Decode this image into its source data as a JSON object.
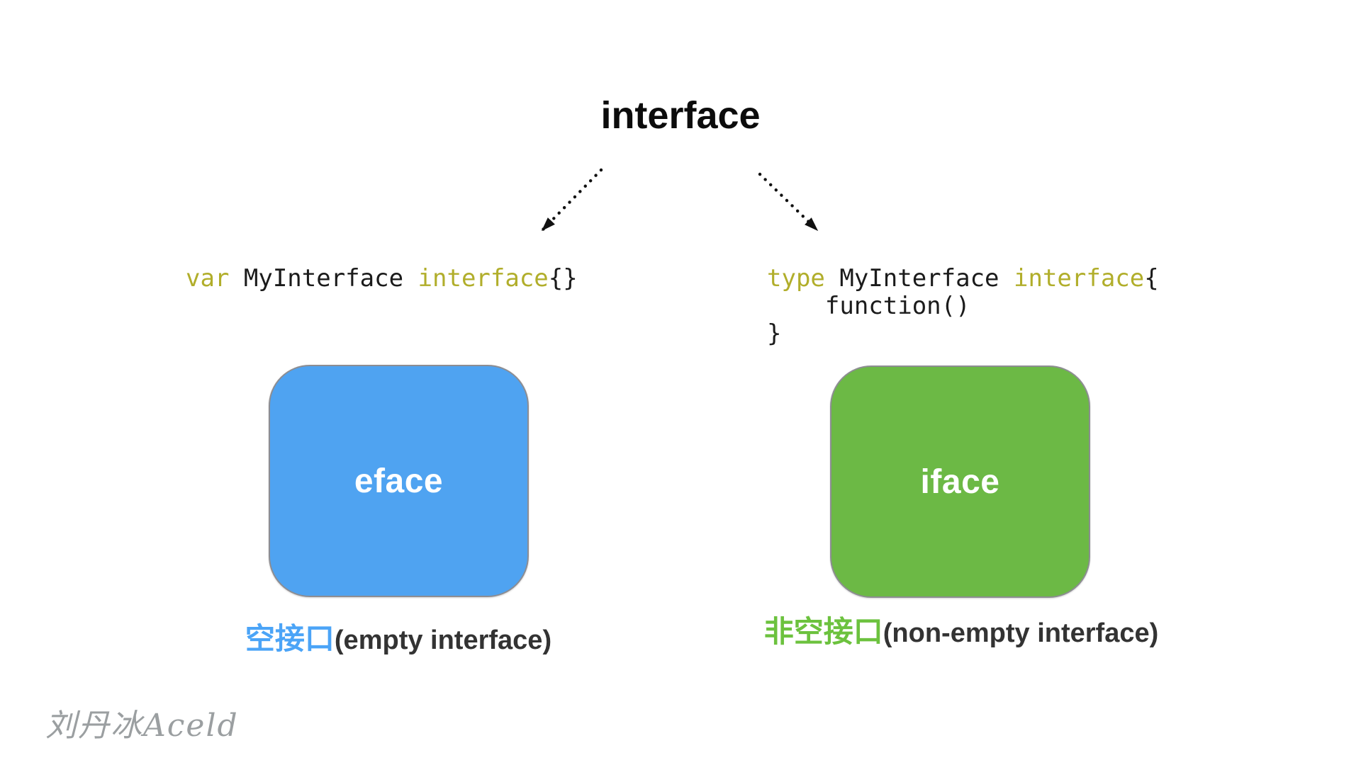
{
  "title": "interface",
  "left": {
    "code": {
      "kw1": "var ",
      "name": "MyInterface ",
      "kw2": "interface",
      "tail": "{}"
    },
    "box": {
      "label": "eface",
      "fill": "#4fa3f1"
    },
    "caption": {
      "zh": "空接口",
      "en": "(empty interface)"
    }
  },
  "right": {
    "code": {
      "kw1": "type ",
      "name": "MyInterface ",
      "kw2": "interface",
      "tail": "{",
      "line2": "\n    function()",
      "line3": "\n}"
    },
    "box": {
      "label": "iface",
      "fill": "#6cb945"
    },
    "caption": {
      "zh": "非空接口",
      "en": "(non-empty interface)"
    }
  },
  "watermark": "刘丹冰Aceld",
  "colors": {
    "keyword": "#b1ae2b",
    "code_plain": "#1b1b1b",
    "title_text": "#0c0c0c",
    "eface_box": "#4fa3f1",
    "iface_box": "#6cb945",
    "box_border": "#8d8d92",
    "box_label_text": "#ffffff",
    "eface_caption_zh": "#4ba4f7",
    "iface_caption_zh": "#6cc23e",
    "caption_en": "#333333",
    "arrow": "#111111",
    "watermark": "#9b9fa1"
  }
}
